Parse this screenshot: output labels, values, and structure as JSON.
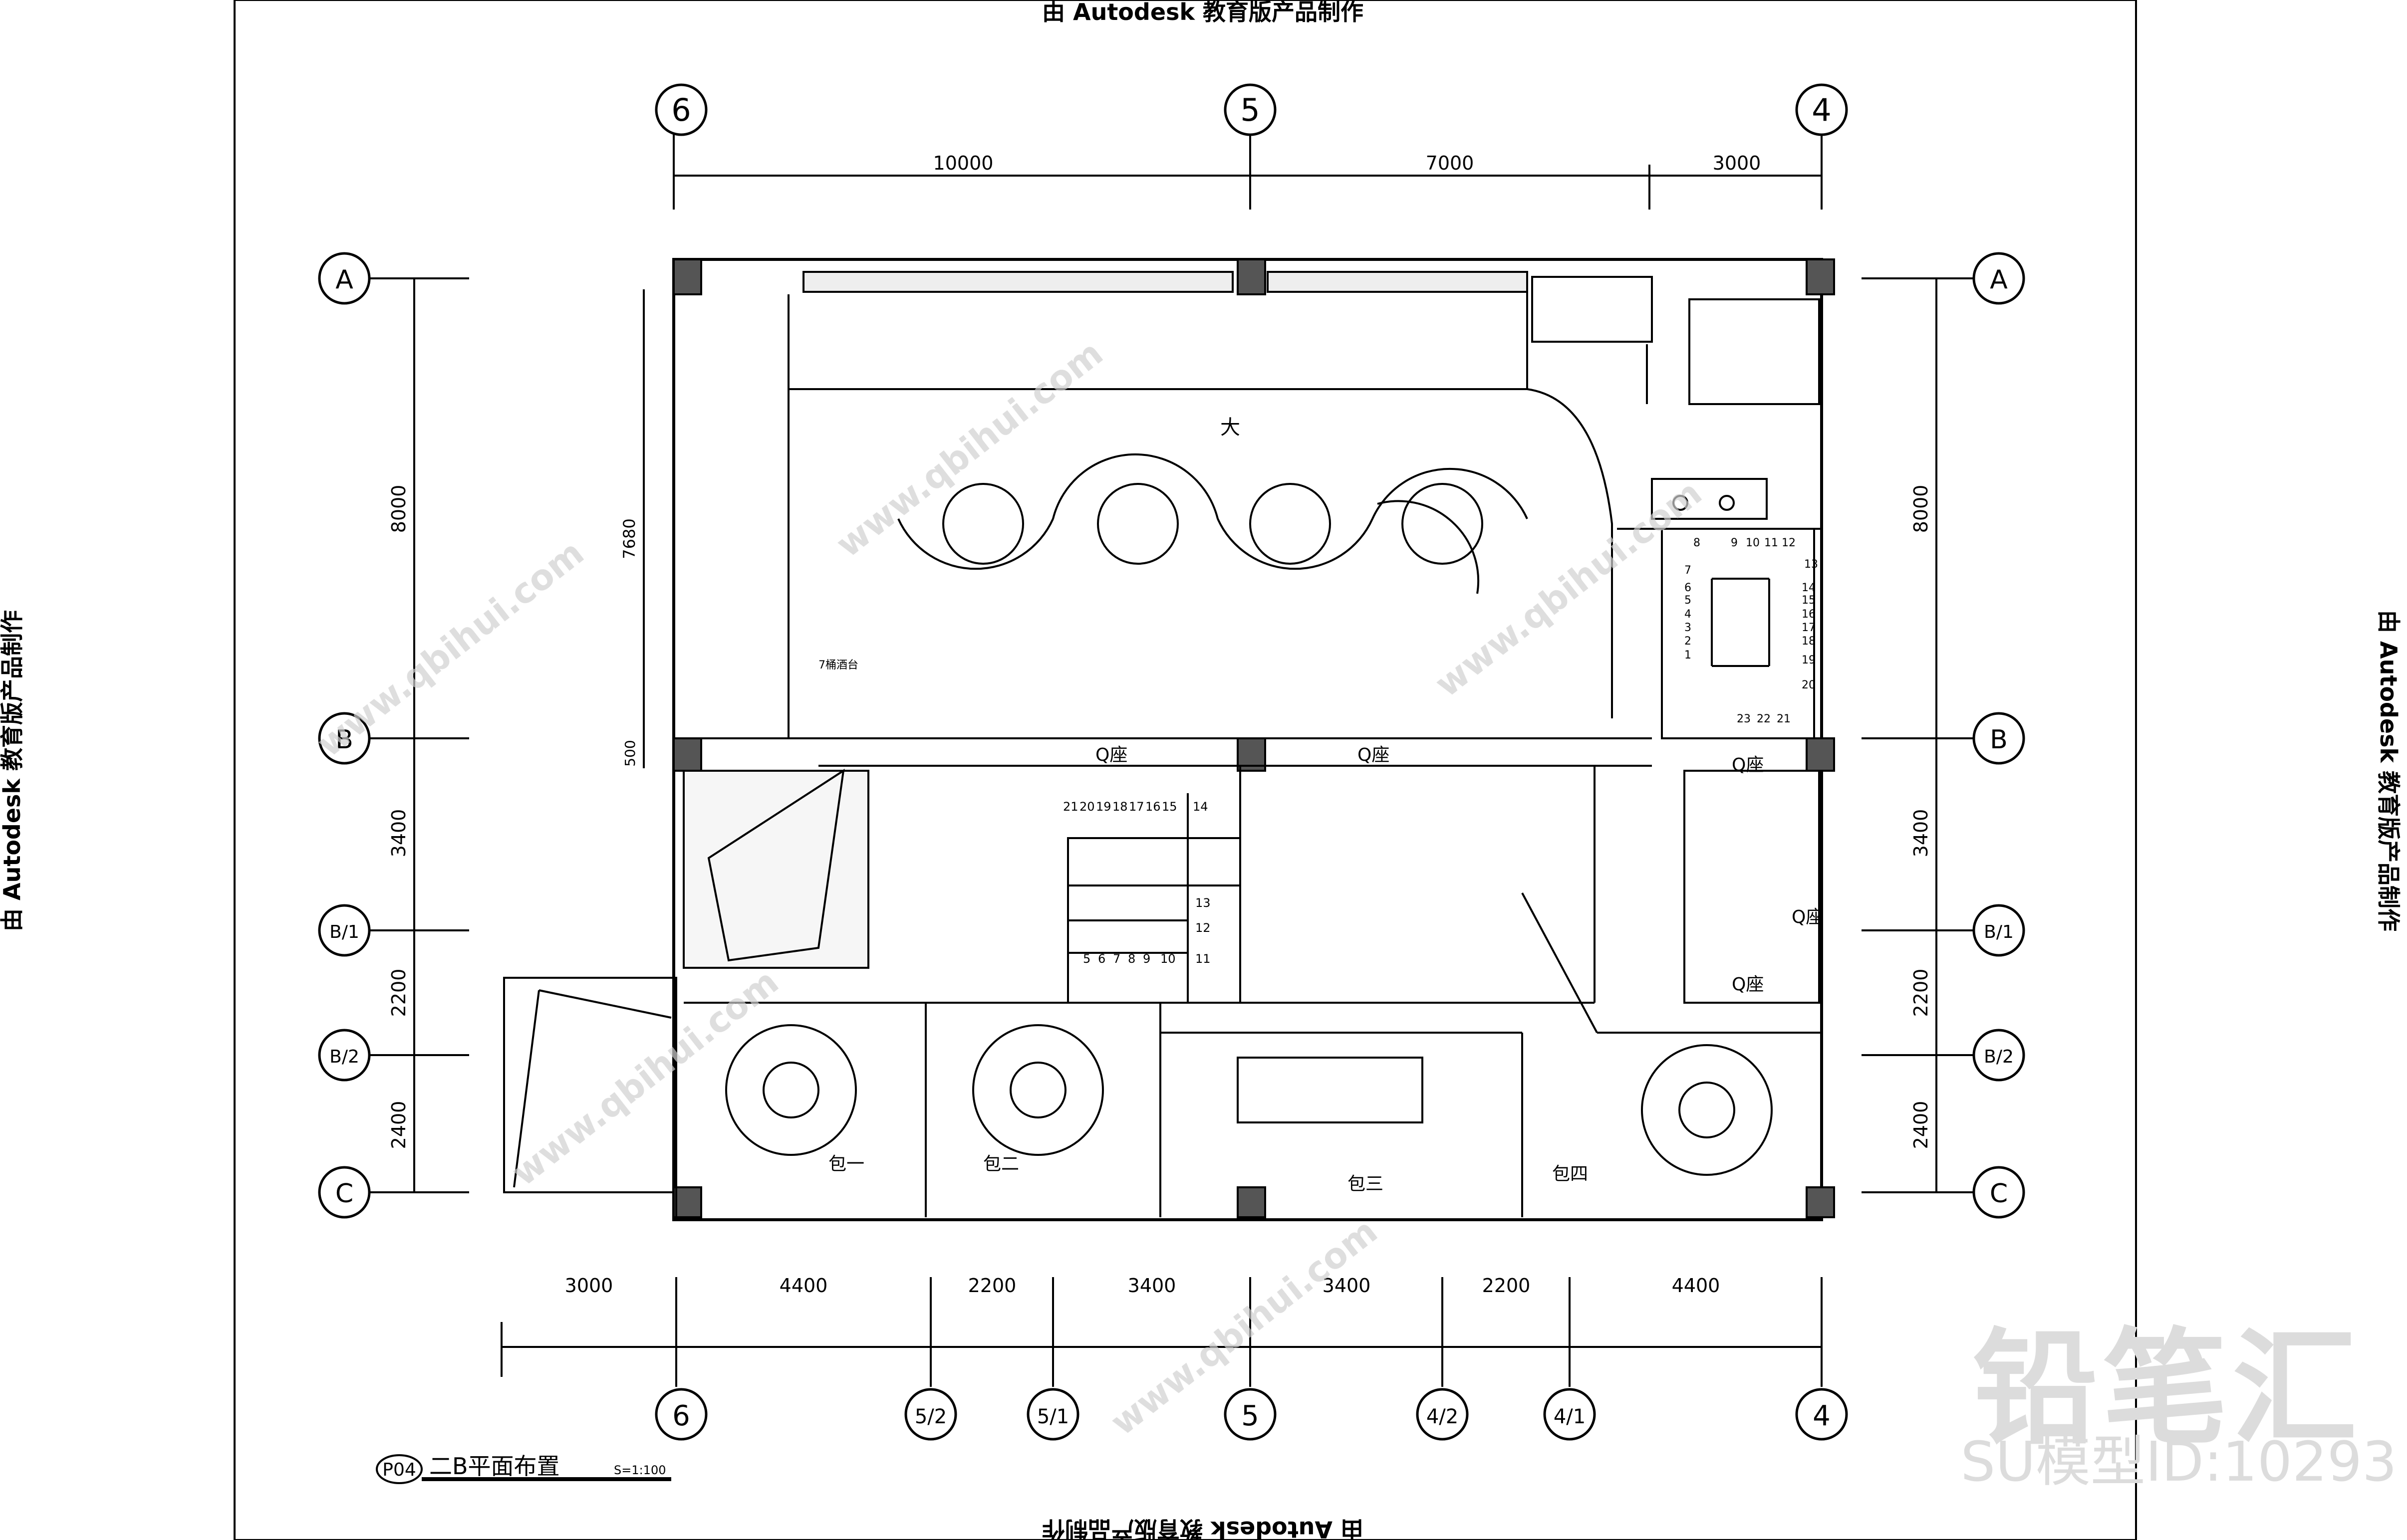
{
  "banners": {
    "top": "由 Autodesk 教育版产品制作",
    "bottom": "由 Autodesk 教育版产品制作",
    "left": "由 Autodesk 教育版产品制作",
    "right": "由 Autodesk 教育版产品制作"
  },
  "grid_top": [
    "6",
    "5",
    "4"
  ],
  "grid_bottom": [
    "6",
    "5/2",
    "5/1",
    "5",
    "4/2",
    "4/1",
    "4"
  ],
  "grid_rows": [
    "A",
    "B",
    "B/1",
    "B/2",
    "C"
  ],
  "dims_top": [
    "10000",
    "7000",
    "3000"
  ],
  "dims_bottom": [
    "3000",
    "4400",
    "2200",
    "3400",
    "3400",
    "2200",
    "4400"
  ],
  "dims_left": [
    "8000",
    "3400",
    "2200",
    "2400"
  ],
  "dims_right": [
    "8000",
    "3400",
    "2200",
    "2400"
  ],
  "dims_inner": [
    "7680",
    "500"
  ],
  "room_labels": {
    "hall": "大",
    "bar": "7桶酒台",
    "seat": "Q座",
    "private1": "包一",
    "private2": "包二",
    "private3": "包三",
    "private4": "包四"
  },
  "stairs_right": [
    "8",
    "9",
    "10",
    "11",
    "12",
    "7",
    "13",
    "6",
    "14",
    "5",
    "15",
    "4",
    "16",
    "3",
    "17",
    "2",
    "18",
    "1",
    "19",
    "20",
    "23",
    "22",
    "21"
  ],
  "stairs_center": [
    "21",
    "20",
    "19",
    "18",
    "17",
    "16",
    "15",
    "14",
    "13",
    "12",
    "5",
    "6",
    "7",
    "8",
    "9",
    "10",
    "11"
  ],
  "title": {
    "sheet": "P04",
    "name": "二B平面布置",
    "scale": "S=1:100"
  },
  "watermark": {
    "logo": "铅笔汇",
    "text": "www.qbihui.com",
    "id": "SU模型ID:10293"
  }
}
